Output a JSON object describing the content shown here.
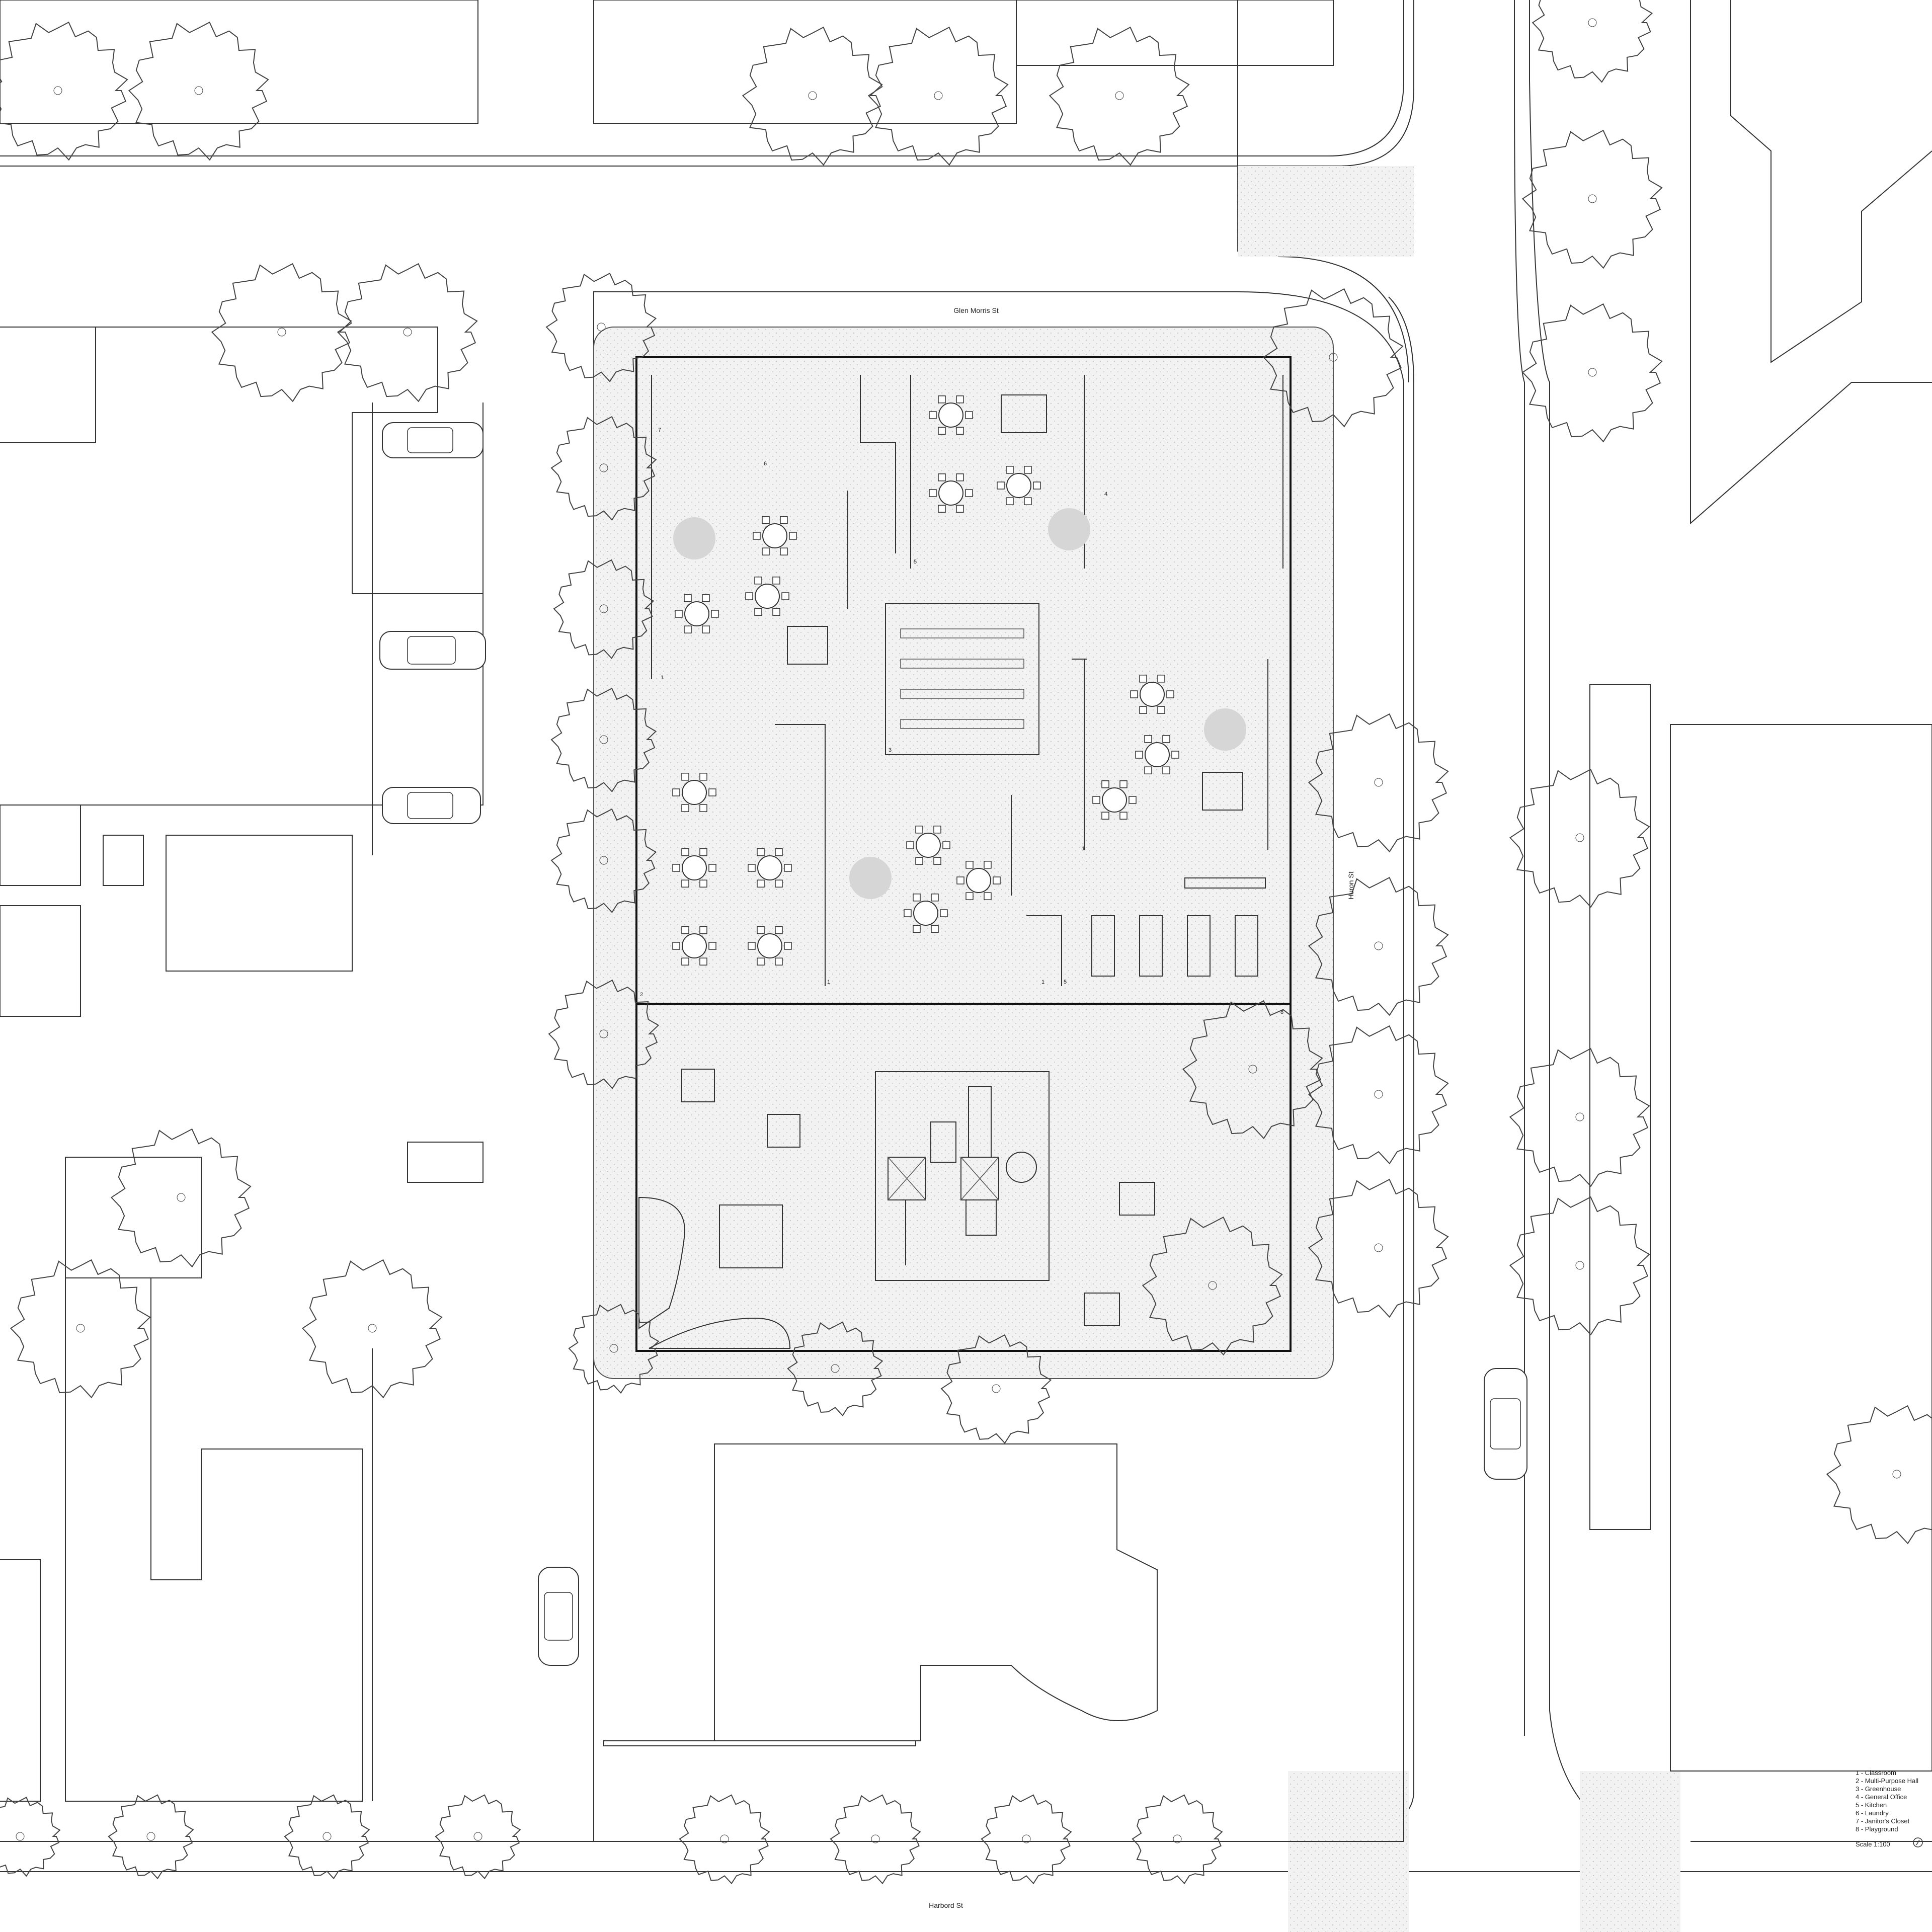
{
  "streets": {
    "north": "Glen Morris St",
    "east": "Huron St",
    "south": "Harbord St"
  },
  "room_numbers": [
    "7",
    "6",
    "5",
    "4",
    "1",
    "3",
    "1",
    "2",
    "1",
    "1",
    "5",
    "8"
  ],
  "legend": {
    "items": [
      "1 - Classroom",
      "2 - Multi-Purpose Hall",
      "3 - Greenhouse",
      "4 - General Office",
      "5 - Kitchen",
      "6 - Laundry",
      "7 - Janitor's Closet",
      "8 - Playground"
    ],
    "scale": "Scale 1:100"
  },
  "colors": {
    "line": "#333333",
    "paving": "#e9e9e9",
    "rug": "#cfcfcf",
    "background": "#ffffff"
  },
  "icons": {
    "tree": "tree-icon",
    "car": "car-icon",
    "table": "round-table-icon",
    "north": "north-arrow-icon"
  }
}
